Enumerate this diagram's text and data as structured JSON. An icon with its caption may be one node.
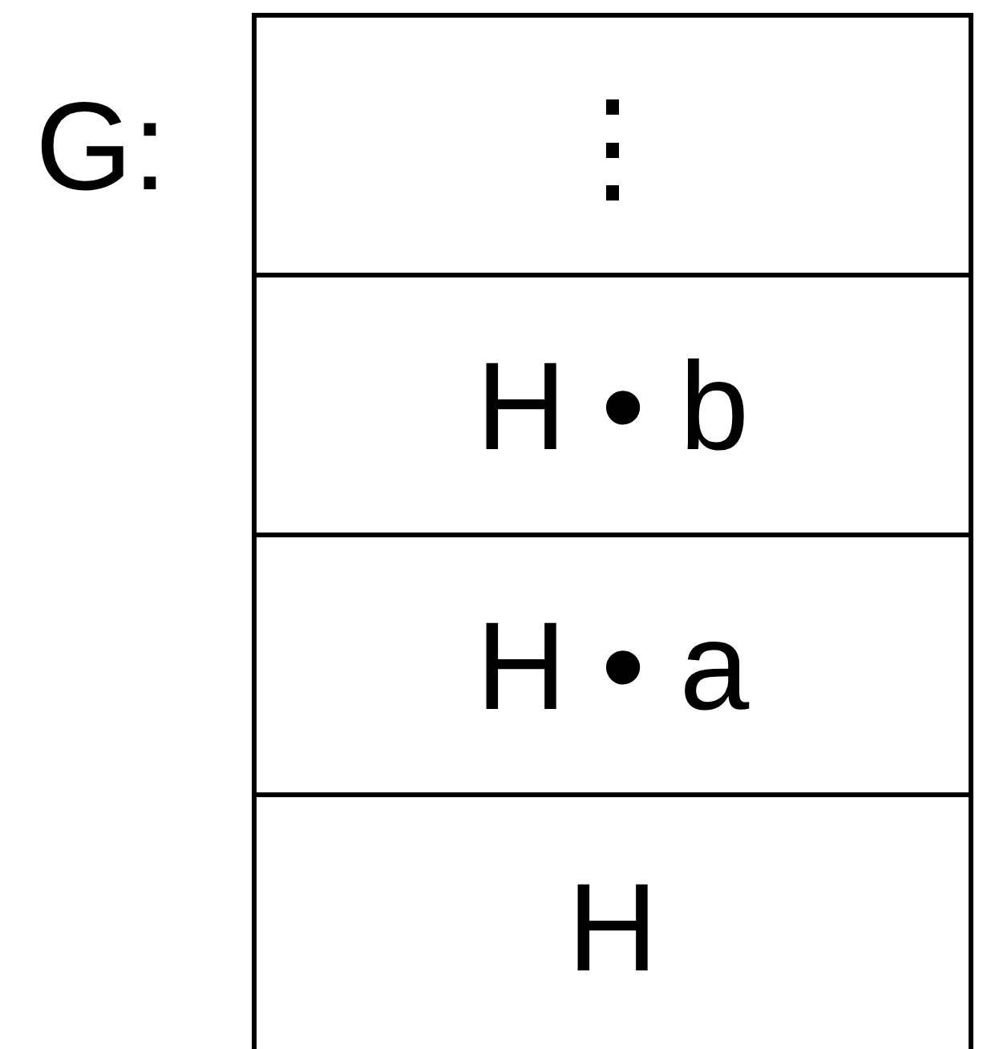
{
  "diagram": {
    "nodes": [
      {
        "text": [
          "⋮"
        ]
      },
      {
        "text": [
          "H • b"
        ]
      },
      {
        "text": [
          "H • a"
        ]
      },
      {
        "text": [
          "H"
        ]
      }
    ],
    "labels": [
      "G:"
    ]
  }
}
